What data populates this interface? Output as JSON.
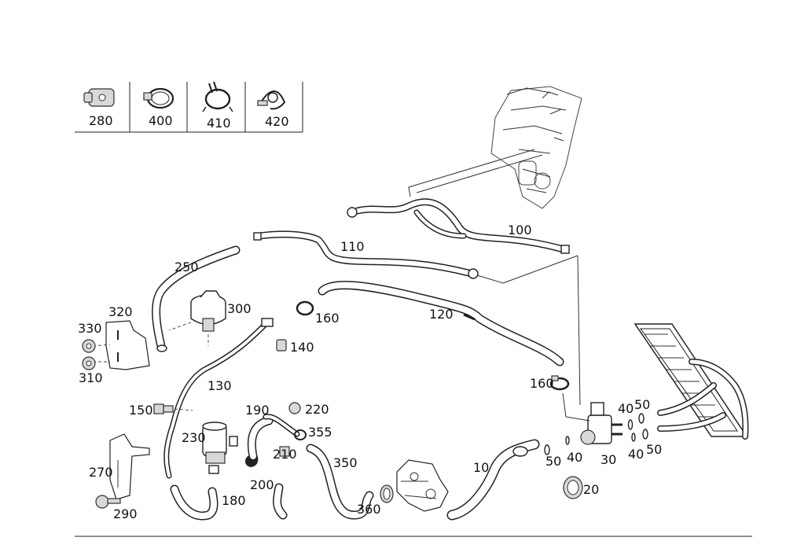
{
  "legend": {
    "items": [
      {
        "label": "280",
        "icon": "connector-clip-icon"
      },
      {
        "label": "400",
        "icon": "hose-clamp-icon"
      },
      {
        "label": "410",
        "icon": "spring-clamp-icon"
      },
      {
        "label": "420",
        "icon": "pipe-clip-icon"
      }
    ]
  },
  "callouts": {
    "c10": "10",
    "c20": "20",
    "c30": "30",
    "c40a": "40",
    "c40b": "40",
    "c40c": "40",
    "c50a": "50",
    "c50b": "50",
    "c50c": "50",
    "c100": "100",
    "c110": "110",
    "c120": "120",
    "c130": "130",
    "c140": "140",
    "c150": "150",
    "c160a": "160",
    "c160b": "160",
    "c180": "180",
    "c190": "190",
    "c200": "200",
    "c210": "210",
    "c220": "220",
    "c230": "230",
    "c250": "250",
    "c270": "270",
    "c290": "290",
    "c300": "300",
    "c310": "310",
    "c320": "320",
    "c330": "330",
    "c350": "350",
    "c355": "355",
    "c360": "360"
  }
}
